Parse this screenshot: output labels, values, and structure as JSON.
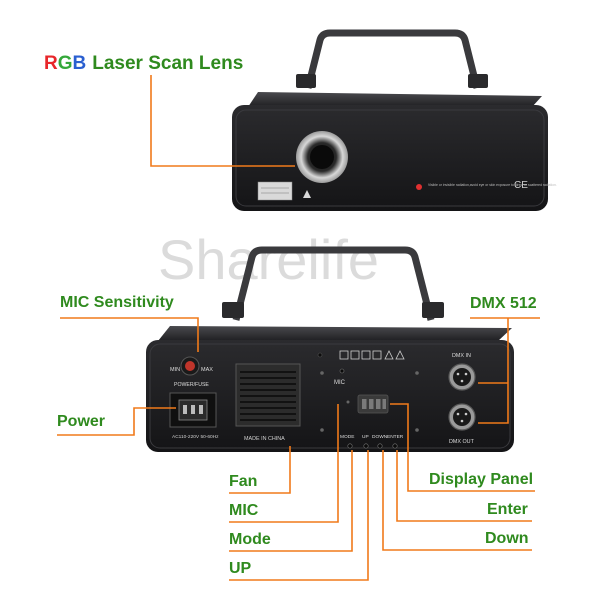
{
  "title": {
    "r": "R",
    "g": "G",
    "b": "B",
    "rest": "Laser Scan Lens"
  },
  "watermark": "Sharelife",
  "colors": {
    "r": "#e8262a",
    "g": "#34a83a",
    "b": "#2a5fd0",
    "label_green": "#2f8a1e",
    "leader_orange": "#f07a1a",
    "panel": "#1c1c1e"
  },
  "front_panel": {
    "warning_text": "Visible or invisible radiation,avoid eye or skin exposure to direct or scattered radiation."
  },
  "rear_panel": {
    "knob_min": "MIN",
    "knob_max": "MAX",
    "power_fuse": "POWER/FUSE",
    "voltage": "AC110-220V 50-60Hz",
    "made_in": "MADE IN CHINA",
    "mic": "MIC",
    "dmx_in": "DMX IN",
    "dmx_out": "DMX OUT",
    "buttons": [
      "MODE",
      "UP",
      "DOWN",
      "ENTER"
    ]
  },
  "labels": {
    "mic_sensitivity": "MIC Sensitivity",
    "power": "Power",
    "fan": "Fan",
    "mic": "MIC",
    "mode": "Mode",
    "up": "UP",
    "dmx512": "DMX 512",
    "display_panel": "Display Panel",
    "enter": "Enter",
    "down": "Down"
  }
}
